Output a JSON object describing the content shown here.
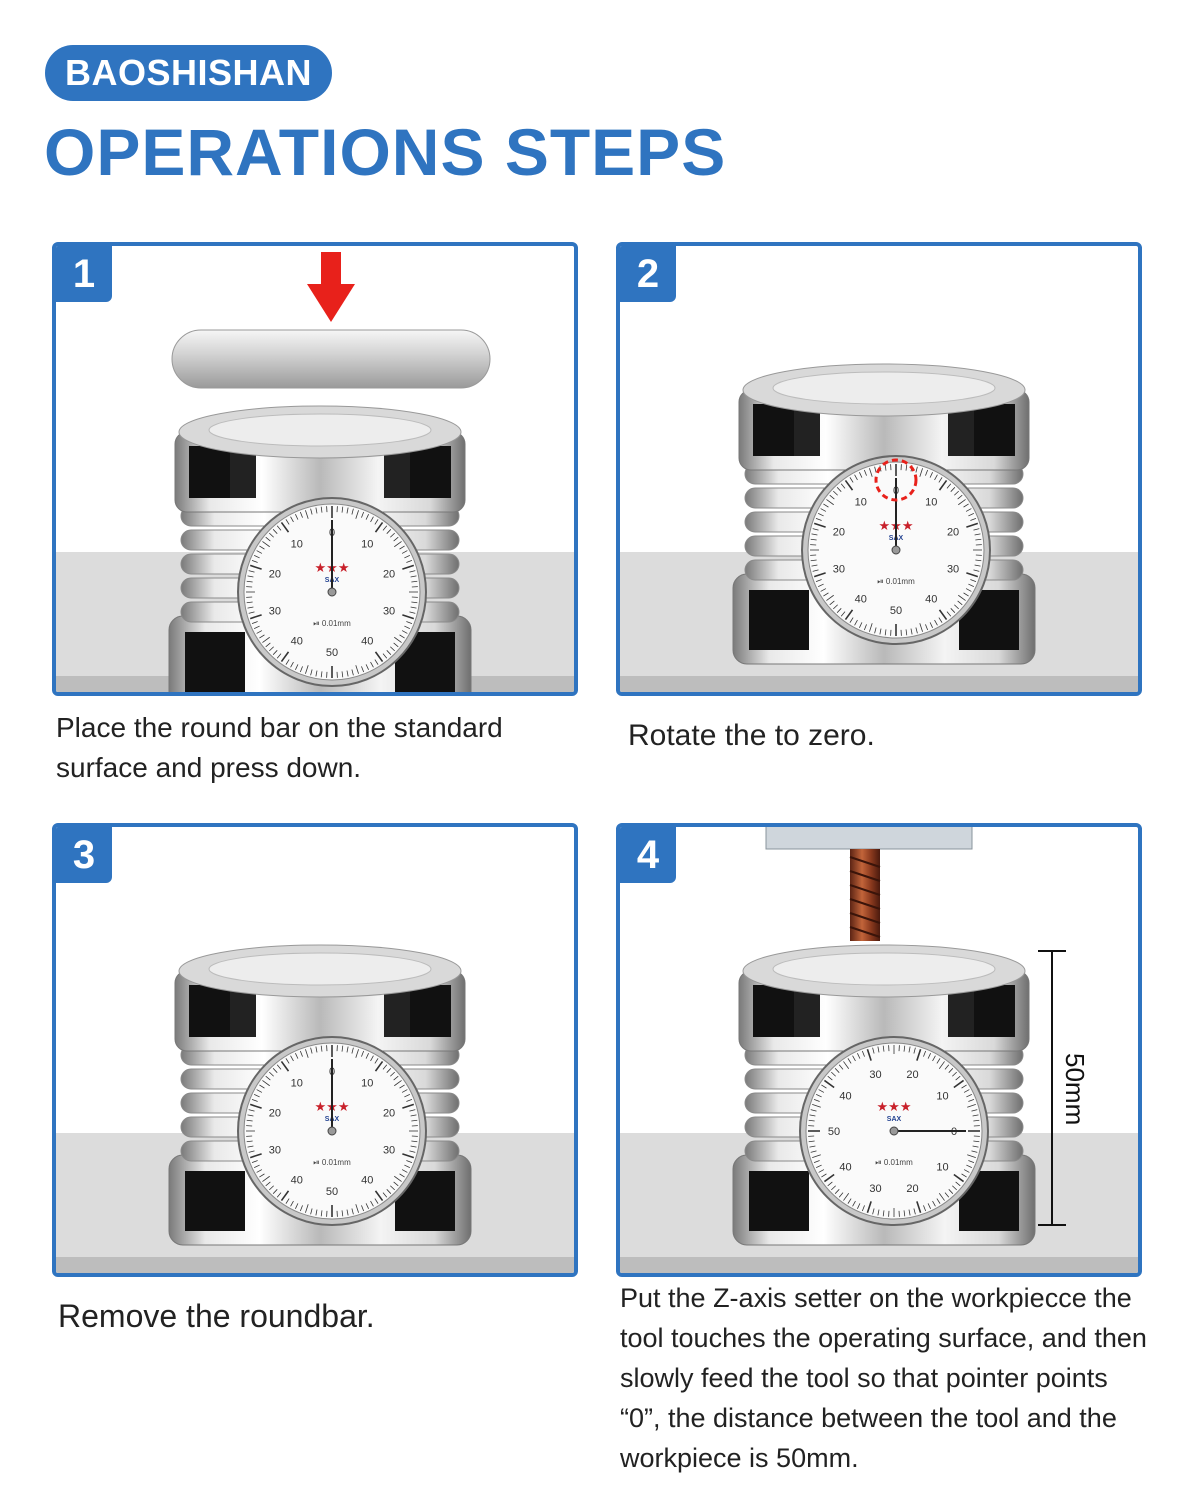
{
  "brand": "BAOSHISHAN",
  "title": "OPERATIONS STEPS",
  "steps": [
    {
      "number": "1",
      "caption": "Place the round bar on the standard surface and press down."
    },
    {
      "number": "2",
      "caption": "Rotate the to zero."
    },
    {
      "number": "3",
      "caption": "Remove the roundbar."
    },
    {
      "number": "4",
      "caption": "Put the Z-axis setter on the workpiecce the tool touches the operating surface, and then slowly feed the tool so that pointer points “0”, the distance between the tool and the workpiece is 50mm."
    }
  ],
  "dial": {
    "logo": "SAX",
    "unit": "0.01mm",
    "numbers": [
      "0",
      "10",
      "20",
      "30",
      "40",
      "50",
      "40",
      "30",
      "20",
      "10"
    ]
  },
  "measurement": "50mm",
  "colors": {
    "accent": "#2f74c0",
    "arrow": "#e8211b",
    "highlight": "#e8211b"
  }
}
